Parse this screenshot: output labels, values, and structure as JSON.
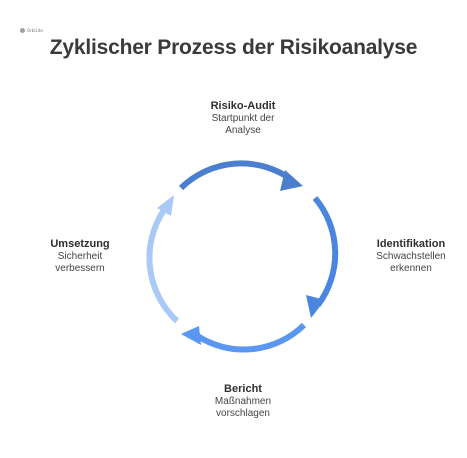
{
  "logo": {
    "text": "OrbiLite"
  },
  "title": "Zyklischer Prozess der Risikoanalyse",
  "steps": [
    {
      "head": "Risiko-Audit",
      "desc1": "Startpunkt der",
      "desc2": "Analyse",
      "color": "#4a7fd0"
    },
    {
      "head": "Identifikation",
      "desc1": "Schwachstellen",
      "desc2": "erkennen",
      "color": "#4a7fd0"
    },
    {
      "head": "Bericht",
      "desc1": "Maßnahmen",
      "desc2": "vorschlagen",
      "color": "#5a97f0"
    },
    {
      "head": "Umsetzung",
      "desc1": "Sicherheit",
      "desc2": "verbessern",
      "color": "#a9c9f7"
    }
  ]
}
